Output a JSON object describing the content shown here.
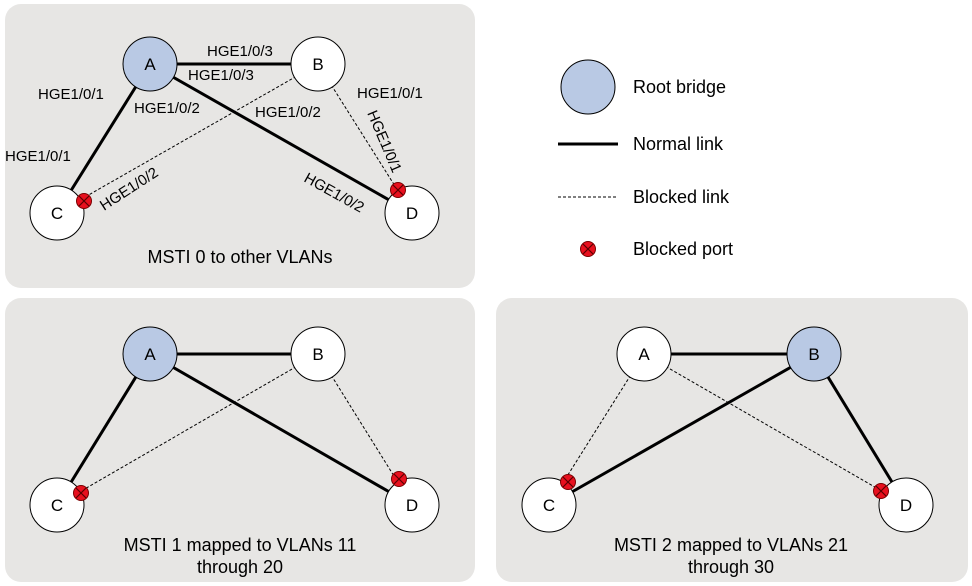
{
  "colors": {
    "root_fill": "#b9c9e4",
    "node_fill": "#ffffff",
    "panel_fill": "#e7e6e4",
    "blocked_port": "#e8101e"
  },
  "panels": [
    {
      "caption_lines": [
        "MSTI 0 to other VLANs"
      ],
      "nodes": [
        {
          "id": "A",
          "label": "A",
          "root": true
        },
        {
          "id": "B",
          "label": "B",
          "root": false
        },
        {
          "id": "C",
          "label": "C",
          "root": false
        },
        {
          "id": "D",
          "label": "D",
          "root": false
        }
      ],
      "links": [
        {
          "from": "A",
          "to": "B",
          "state": "normal"
        },
        {
          "from": "A",
          "to": "C",
          "state": "normal"
        },
        {
          "from": "A",
          "to": "D",
          "state": "normal"
        },
        {
          "from": "B",
          "to": "C",
          "state": "blocked"
        },
        {
          "from": "B",
          "to": "D",
          "state": "blocked"
        }
      ],
      "blocked_ports": [
        "C",
        "D"
      ],
      "port_labels": [
        "HGE1/0/3",
        "HGE1/0/3",
        "HGE1/0/1",
        "HGE1/0/2",
        "HGE1/0/2",
        "HGE1/0/1",
        "HGE1/0/1",
        "HGE1/0/1",
        "HGE1/0/2",
        "HGE1/0/2"
      ]
    },
    {
      "caption_lines": [
        "MSTI 1 mapped to VLANs 11",
        "through 20"
      ],
      "nodes": [
        {
          "id": "A",
          "label": "A",
          "root": true
        },
        {
          "id": "B",
          "label": "B",
          "root": false
        },
        {
          "id": "C",
          "label": "C",
          "root": false
        },
        {
          "id": "D",
          "label": "D",
          "root": false
        }
      ],
      "links": [
        {
          "from": "A",
          "to": "B",
          "state": "normal"
        },
        {
          "from": "A",
          "to": "C",
          "state": "normal"
        },
        {
          "from": "A",
          "to": "D",
          "state": "normal"
        },
        {
          "from": "B",
          "to": "C",
          "state": "blocked"
        },
        {
          "from": "B",
          "to": "D",
          "state": "blocked"
        }
      ],
      "blocked_ports": [
        "C",
        "D"
      ]
    },
    {
      "caption_lines": [
        "MSTI 2 mapped to VLANs 21",
        "through 30"
      ],
      "nodes": [
        {
          "id": "A",
          "label": "A",
          "root": false
        },
        {
          "id": "B",
          "label": "B",
          "root": true
        },
        {
          "id": "C",
          "label": "C",
          "root": false
        },
        {
          "id": "D",
          "label": "D",
          "root": false
        }
      ],
      "links": [
        {
          "from": "A",
          "to": "B",
          "state": "normal"
        },
        {
          "from": "B",
          "to": "C",
          "state": "normal"
        },
        {
          "from": "B",
          "to": "D",
          "state": "normal"
        },
        {
          "from": "A",
          "to": "C",
          "state": "blocked"
        },
        {
          "from": "A",
          "to": "D",
          "state": "blocked"
        }
      ],
      "blocked_ports": [
        "C",
        "D"
      ]
    }
  ],
  "legend": {
    "root_bridge": "Root bridge",
    "normal_link": "Normal link",
    "blocked_link": "Blocked link",
    "blocked_port": "Blocked port"
  }
}
